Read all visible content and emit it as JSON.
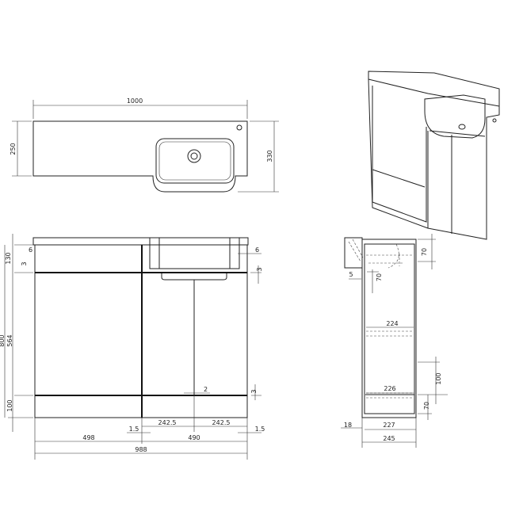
{
  "top_view": {
    "width": "1000",
    "depth_left": "250",
    "depth_right": "330"
  },
  "front_view": {
    "top_height": "130",
    "gap_top_left": "3",
    "inset_left": "6",
    "total_height": "800",
    "door_height": "564",
    "plinth_height": "100",
    "door_gap": "2",
    "gap_bottom_right": "3",
    "inset_right": "6",
    "gap_top_right": "3",
    "half_door_left": "242.5",
    "half_door_right": "242.5",
    "edge_left": "1.5",
    "edge_right": "1.5",
    "left_width": "498",
    "right_width": "490",
    "total_width": "988"
  },
  "side_view": {
    "top_rail": "70",
    "offset": "5",
    "inner_rail": "70",
    "upper_depth": "224",
    "plinth_rail": "100",
    "lower_depth": "226",
    "bottom_rail": "70",
    "door_thickness": "18",
    "carcass_depth": "227",
    "total_depth": "245"
  }
}
